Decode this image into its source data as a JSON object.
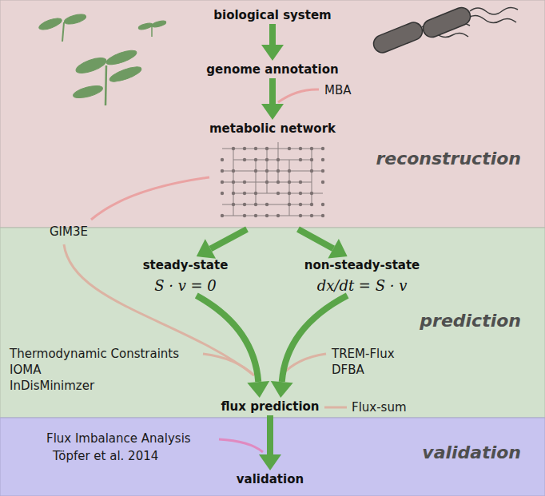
{
  "diagram": {
    "nodes": [
      {
        "text": [
          "reconstruction"
        ]
      },
      {
        "text": [
          "prediction"
        ]
      },
      {
        "text": [
          "validation"
        ]
      },
      {
        "text": [
          "biological system"
        ],
        "in": 0
      },
      {
        "text": [
          "genome annotation"
        ],
        "in": 0
      },
      {
        "text": [
          "metabolic network"
        ],
        "in": 0
      },
      {
        "text": [
          "steady-state",
          "S · v = 0"
        ],
        "in": 1
      },
      {
        "text": [
          "non-steady-state",
          "dx/dt = S · v"
        ],
        "in": 1
      },
      {
        "text": [
          "flux prediction"
        ],
        "in": 1
      },
      {
        "text": [
          "validation"
        ],
        "in": 2
      }
    ],
    "edges": [
      {
        "from": 3,
        "to": 4,
        "arrow": "to"
      },
      {
        "from": 4,
        "to": 5,
        "arrow": "to"
      },
      {
        "from": 5,
        "to": 6,
        "arrow": "to"
      },
      {
        "from": 5,
        "to": 7,
        "arrow": "to"
      },
      {
        "from": 6,
        "to": 8,
        "arrow": "to"
      },
      {
        "from": 7,
        "to": 8,
        "arrow": "to"
      },
      {
        "from": 8,
        "to": 9,
        "arrow": "to"
      }
    ],
    "labels": [
      "MBA",
      "GIM3E",
      "Thermodynamic Constraints",
      "IOMA",
      "InDisMinimzer",
      "TREM-Flux",
      "DFBA",
      "Flux-sum",
      "Flux Imbalance Analysis",
      "Töpfer et al. 2014"
    ]
  }
}
